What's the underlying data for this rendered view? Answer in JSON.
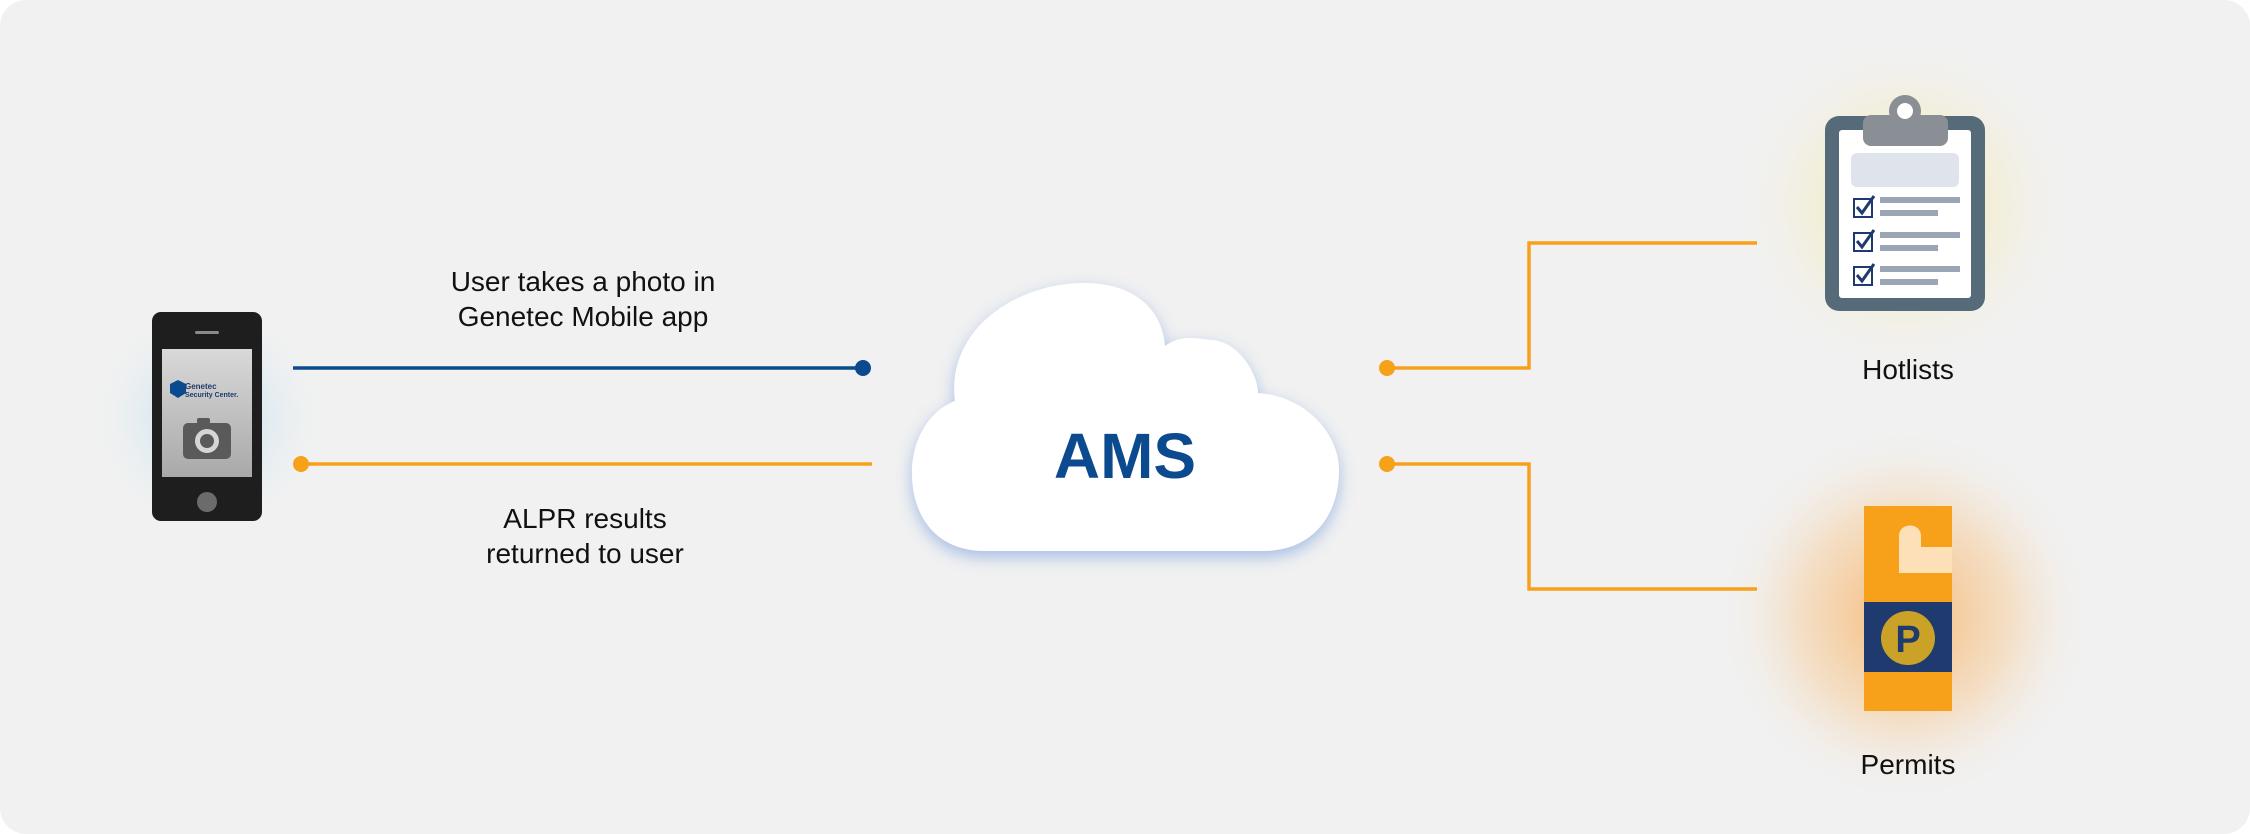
{
  "diagram": {
    "center_label": "AMS",
    "left_top_label": [
      "User takes a photo in",
      "Genetec Mobile app"
    ],
    "left_bottom_label": [
      "ALPR results",
      "returned to user"
    ],
    "hotlists_label": "Hotlists",
    "permits_label": "Permits",
    "phone_screen_brand": [
      "Genetec",
      "Security Center."
    ],
    "permit_badge_letter": "P"
  },
  "colors": {
    "background": "#f1f1f1",
    "ams_blue": "#0c4a8f",
    "line_blue": "#0c4a8f",
    "line_orange": "#f7a11a",
    "permit_orange": "#f7a11a",
    "permit_navy": "#1e3a6e",
    "badge_gold": "#c9a227",
    "clipboard_frame": "#566b79"
  },
  "icons": {
    "phone": "smartphone-icon",
    "camera": "camera-icon",
    "cloud": "cloud-icon",
    "clipboard": "clipboard-checklist-icon",
    "permit": "parking-permit-hangtag-icon"
  }
}
